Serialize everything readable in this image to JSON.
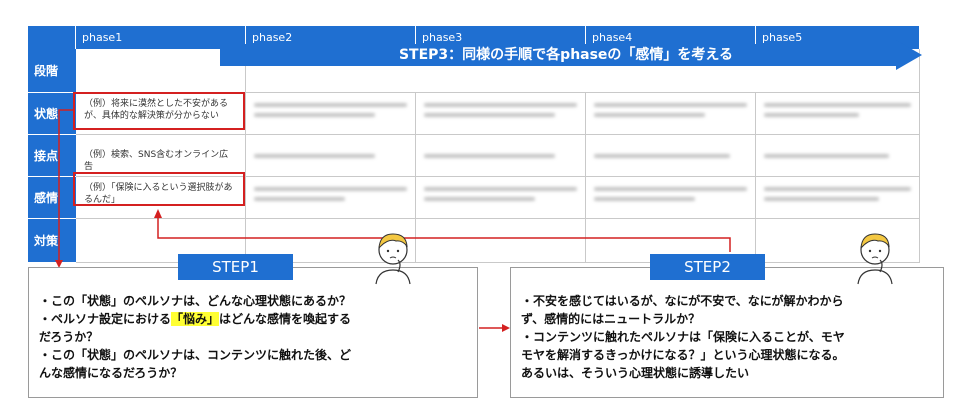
{
  "table": {
    "phases": [
      "phase1",
      "phase2",
      "phase3",
      "phase4",
      "phase5"
    ],
    "rows": [
      "段階",
      "状態",
      "接点",
      "感情",
      "対策"
    ],
    "examples": {
      "state": "（例）将来に漠然とした不安があるが、具体的な解決策が分からない",
      "touchpoint": "（例）検索、SNS含むオンライン広告",
      "emotion": "（例）「保険に入るという選択肢があるんだ」"
    }
  },
  "step3": {
    "label": "STEP3：同様の手順で各phaseの「感情」を考える"
  },
  "step1": {
    "tag": "STEP1",
    "line1": "・この「状態」のペルソナは、どんな心理状態にあるか？",
    "line2_pre": "・ペルソナ設定における",
    "line2_hl": "「悩み」",
    "line2_post": "はどんな感情を喚起する",
    "line3": "だろうか？",
    "line4": "・この「状態」のペルソナは、コンテンツに触れた後、ど",
    "line5": "んな感情になるだろうか？"
  },
  "step2": {
    "tag": "STEP2",
    "line1": "・不安を感じてはいるが、なにが不安で、なにが解かわから",
    "line2": "ず、感情的にはニュートラルか？",
    "line3": "・コンテンツに触れたペルソナは「保険に入ることが、モヤ",
    "line4": "モヤを解消するきっかけになる？」という心理状態になる。",
    "line5": "あるいは、そういう心理状態に誘導したい"
  },
  "colors": {
    "blue": "#1f6fd1",
    "red": "#d42020",
    "highlight": "#ffff33"
  }
}
